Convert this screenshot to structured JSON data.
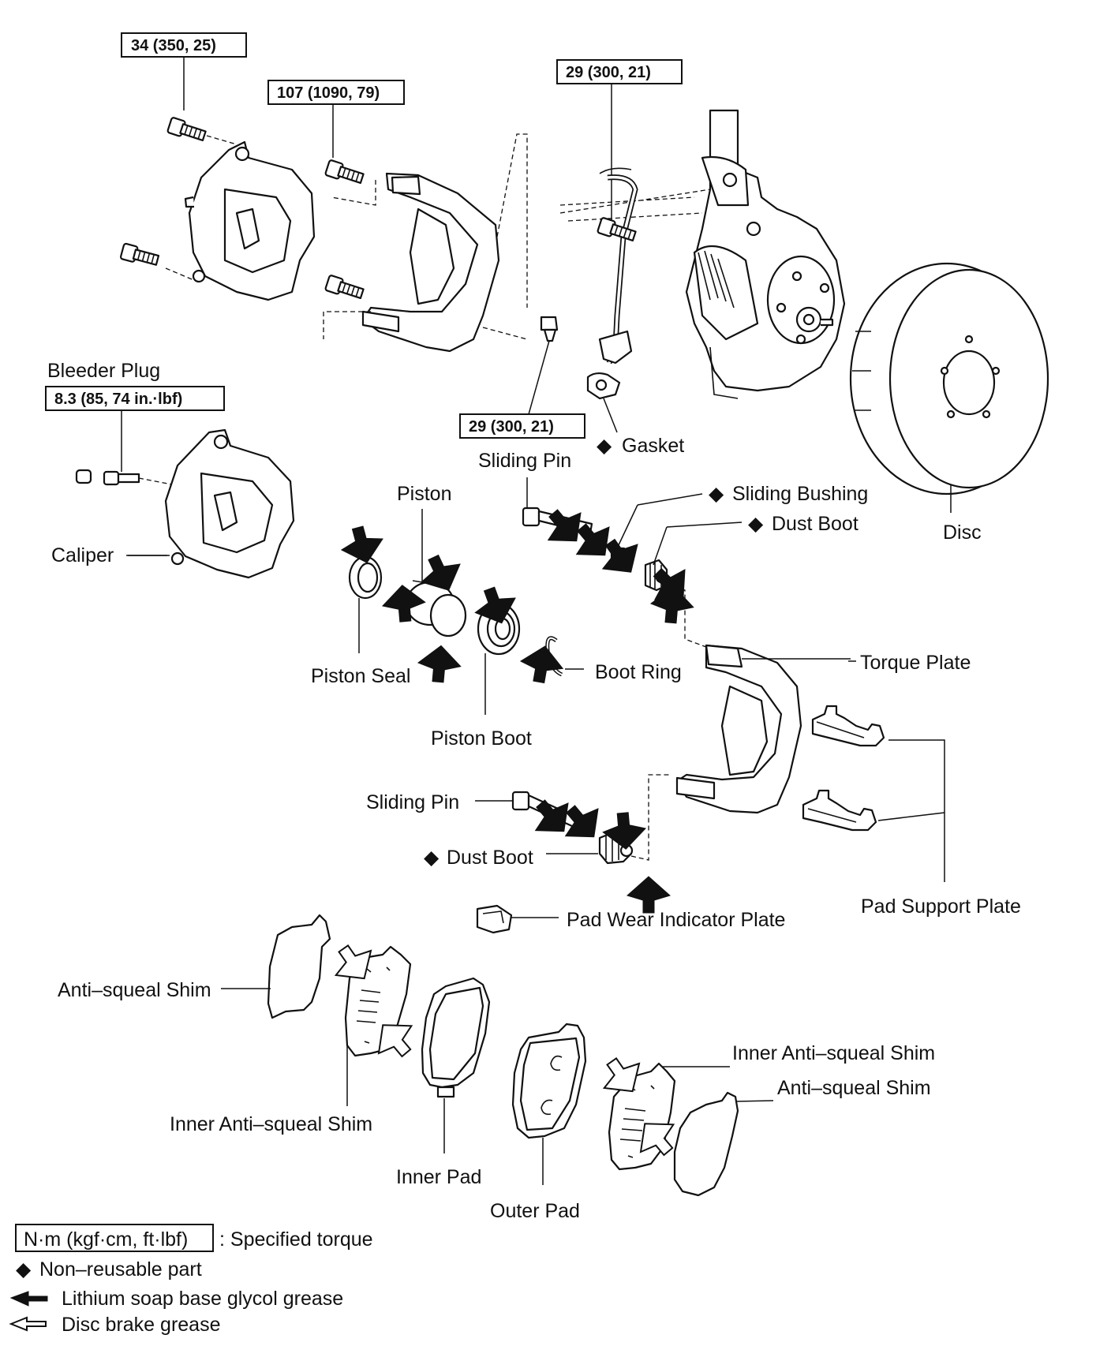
{
  "torque_specs": {
    "caliper_bolt": "34 (350, 25)",
    "torque_plate_bolt": "107 (1090, 79)",
    "hose_bolt_top": "29 (300, 21)",
    "union_bolt": "29 (300, 21)",
    "bleeder": "8.3 (85, 74 in.·lbf)"
  },
  "labels": {
    "bleeder_plug": "Bleeder Plug",
    "caliper": "Caliper",
    "gasket": "Gasket",
    "sliding_pin_upper": "Sliding Pin",
    "piston": "Piston",
    "sliding_bushing": "Sliding Bushing",
    "dust_boot_upper": "Dust Boot",
    "disc": "Disc",
    "piston_seal": "Piston Seal",
    "boot_ring": "Boot Ring",
    "torque_plate": "Torque Plate",
    "piston_boot": "Piston Boot",
    "sliding_pin_lower": "Sliding Pin",
    "dust_boot_lower": "Dust Boot",
    "pad_wear_indicator_plate": "Pad Wear Indicator Plate",
    "pad_support_plate": "Pad Support Plate",
    "anti_squeal_shim_left": "Anti–squeal Shim",
    "inner_anti_squeal_shim_left": "Inner Anti–squeal Shim",
    "inner_pad": "Inner Pad",
    "outer_pad": "Outer Pad",
    "inner_anti_squeal_shim_right": "Inner Anti–squeal Shim",
    "anti_squeal_shim_right": "Anti–squeal Shim"
  },
  "legend": {
    "torque_unit": "N·m (kgf·cm, ft·lbf)",
    "torque_desc": ": Specified torque",
    "non_reusable": "Non–reusable part",
    "lithium_grease": "Lithium soap base glycol grease",
    "disc_grease": "Disc brake grease"
  },
  "symbols": {
    "non_reusable": "◆"
  },
  "colors": {
    "ink": "#111111",
    "paper": "#ffffff"
  }
}
